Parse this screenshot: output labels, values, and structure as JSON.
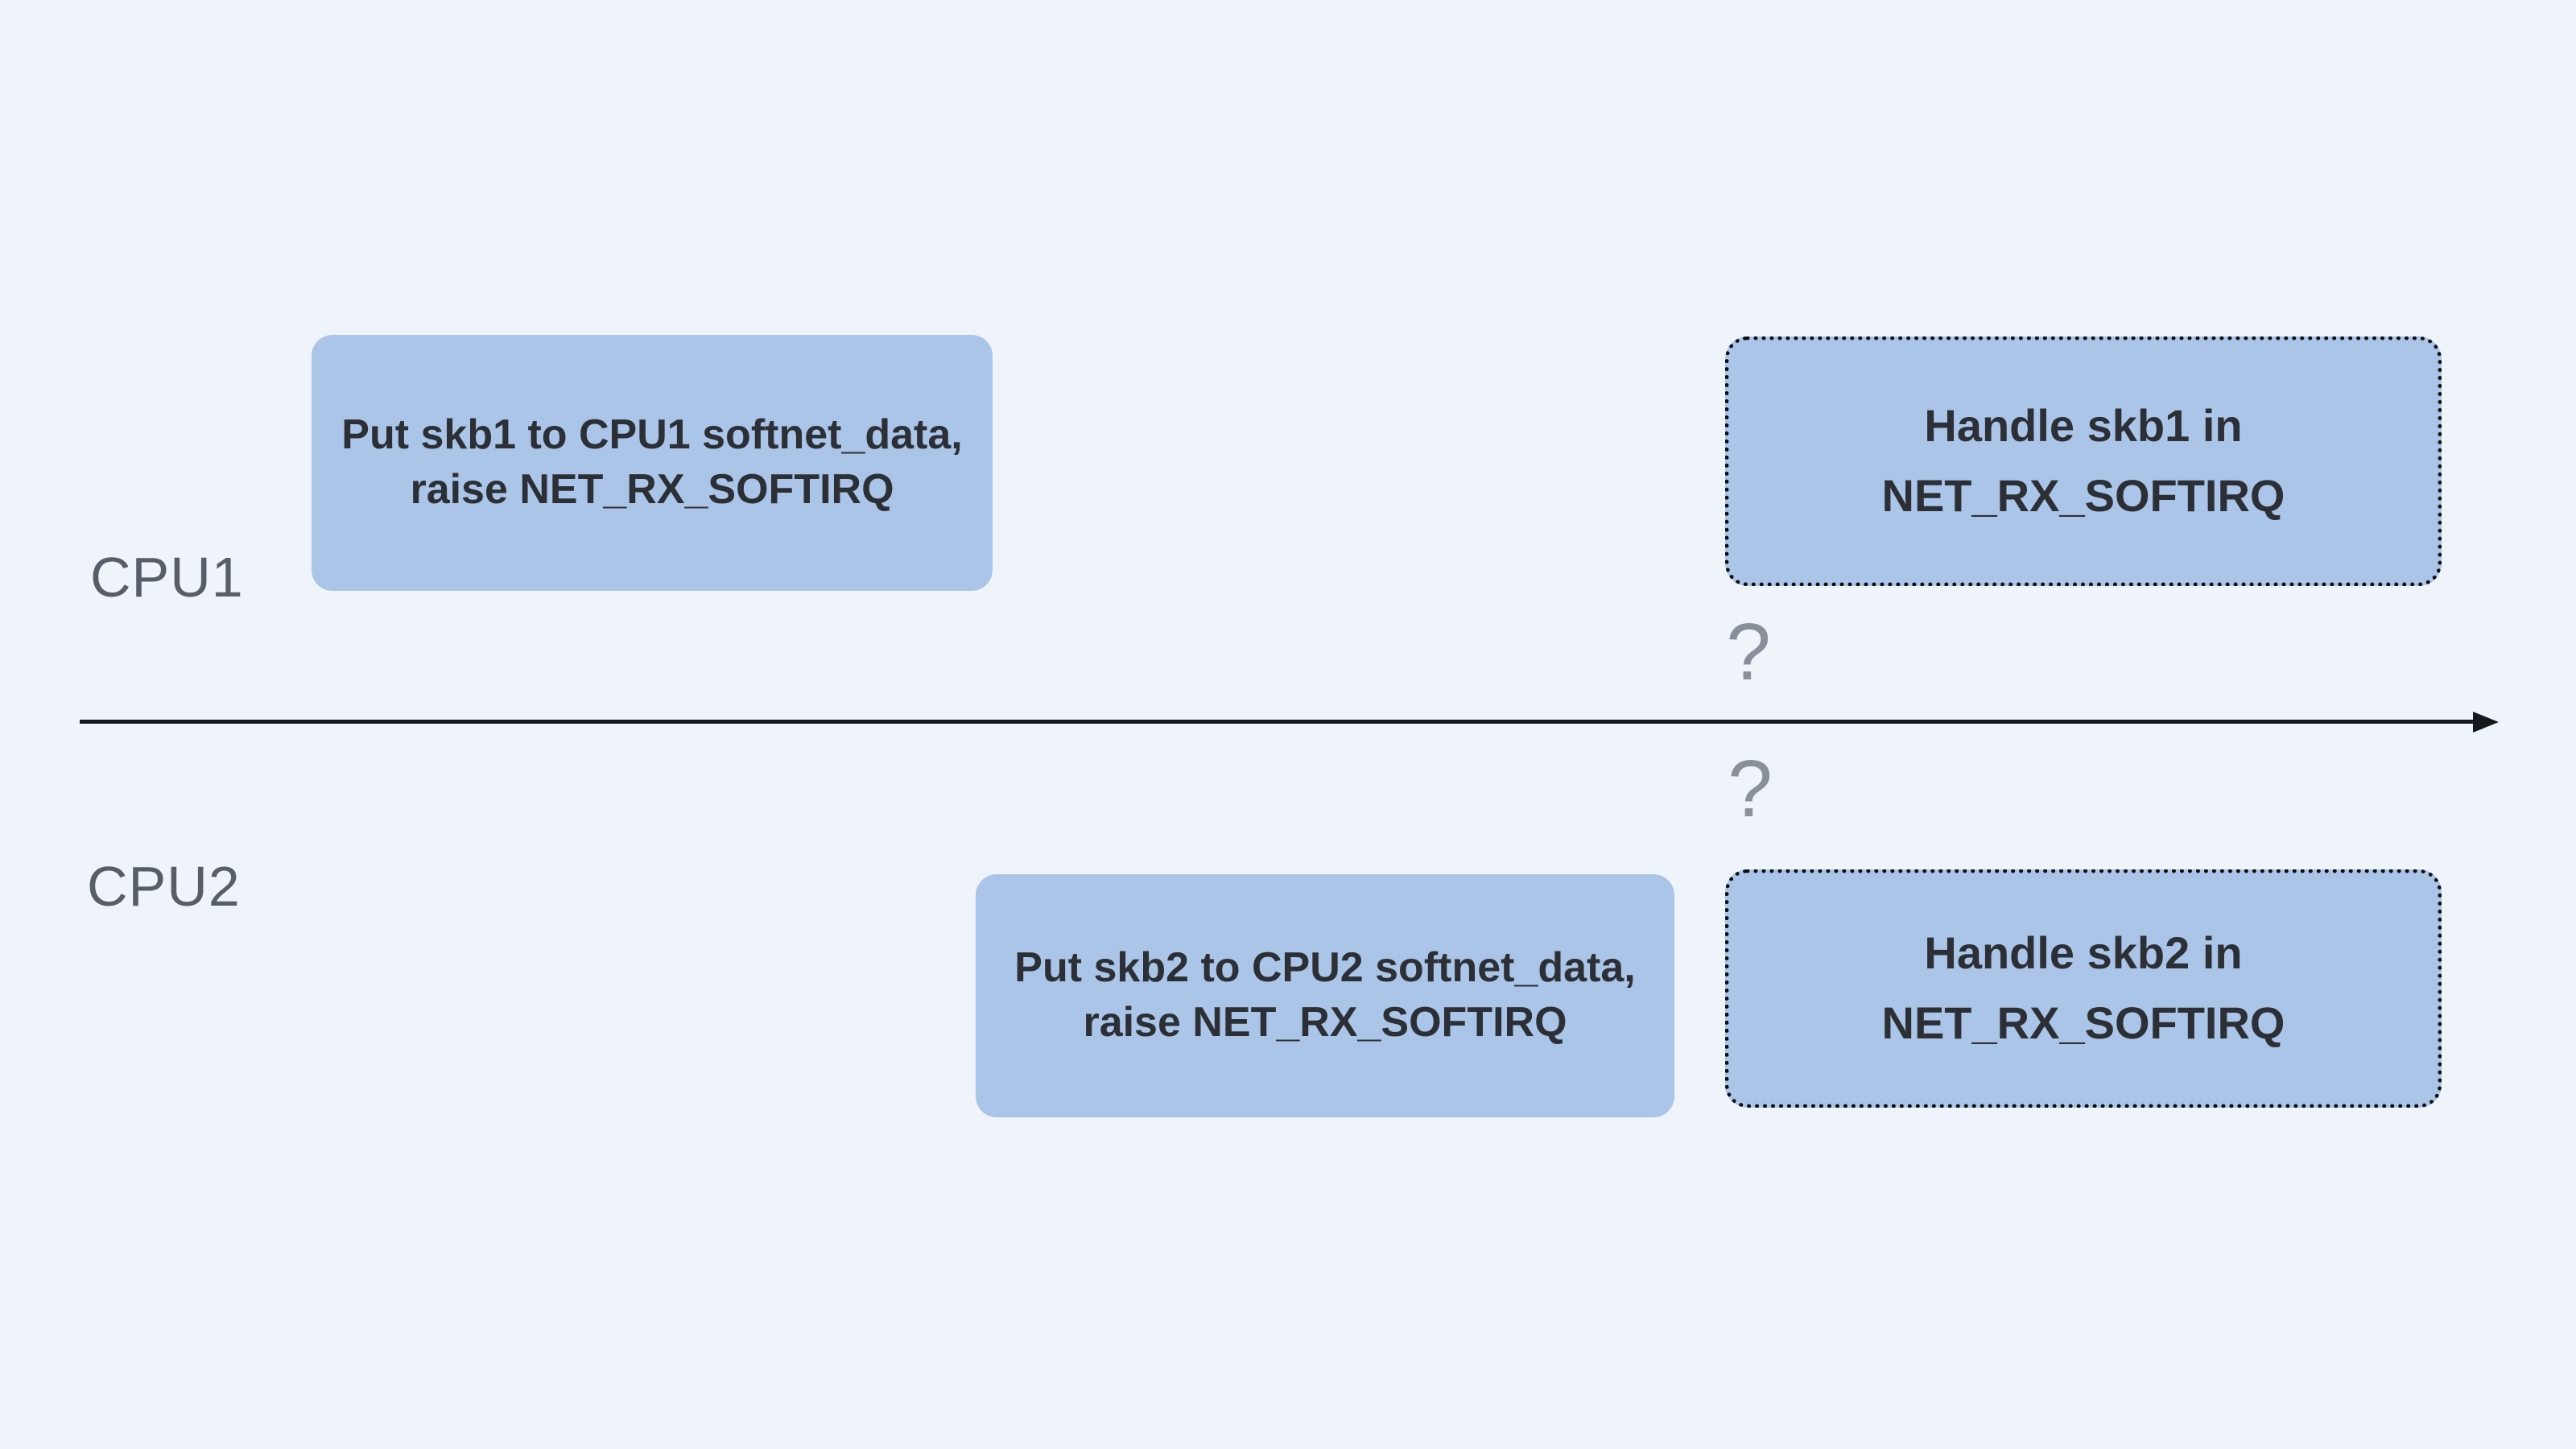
{
  "lanes": {
    "cpu1": "CPU1",
    "cpu2": "CPU2"
  },
  "boxes": {
    "put_skb1": {
      "line1": "Put skb1 to CPU1 softnet_data,",
      "line2": "raise NET_RX_SOFTIRQ",
      "style": "solid"
    },
    "handle_skb1": {
      "line1": "Handle skb1 in",
      "line2": "NET_RX_SOFTIRQ",
      "style": "dotted"
    },
    "put_skb2": {
      "line1": "Put skb2 to CPU2 softnet_data,",
      "line2": "raise NET_RX_SOFTIRQ",
      "style": "solid"
    },
    "handle_skb2": {
      "line1": "Handle skb2 in",
      "line2": "NET_RX_SOFTIRQ",
      "style": "dotted"
    }
  },
  "timeline": {
    "question_above": "?",
    "question_below": "?"
  },
  "colors": {
    "background": "#eff3fa",
    "box_fill": "#abc5e8",
    "box_text": "#2c3036",
    "lane_label": "#575e68",
    "question_mark": "#8a9099",
    "timeline": "#15181c",
    "dotted_border": "#0c0e10"
  }
}
